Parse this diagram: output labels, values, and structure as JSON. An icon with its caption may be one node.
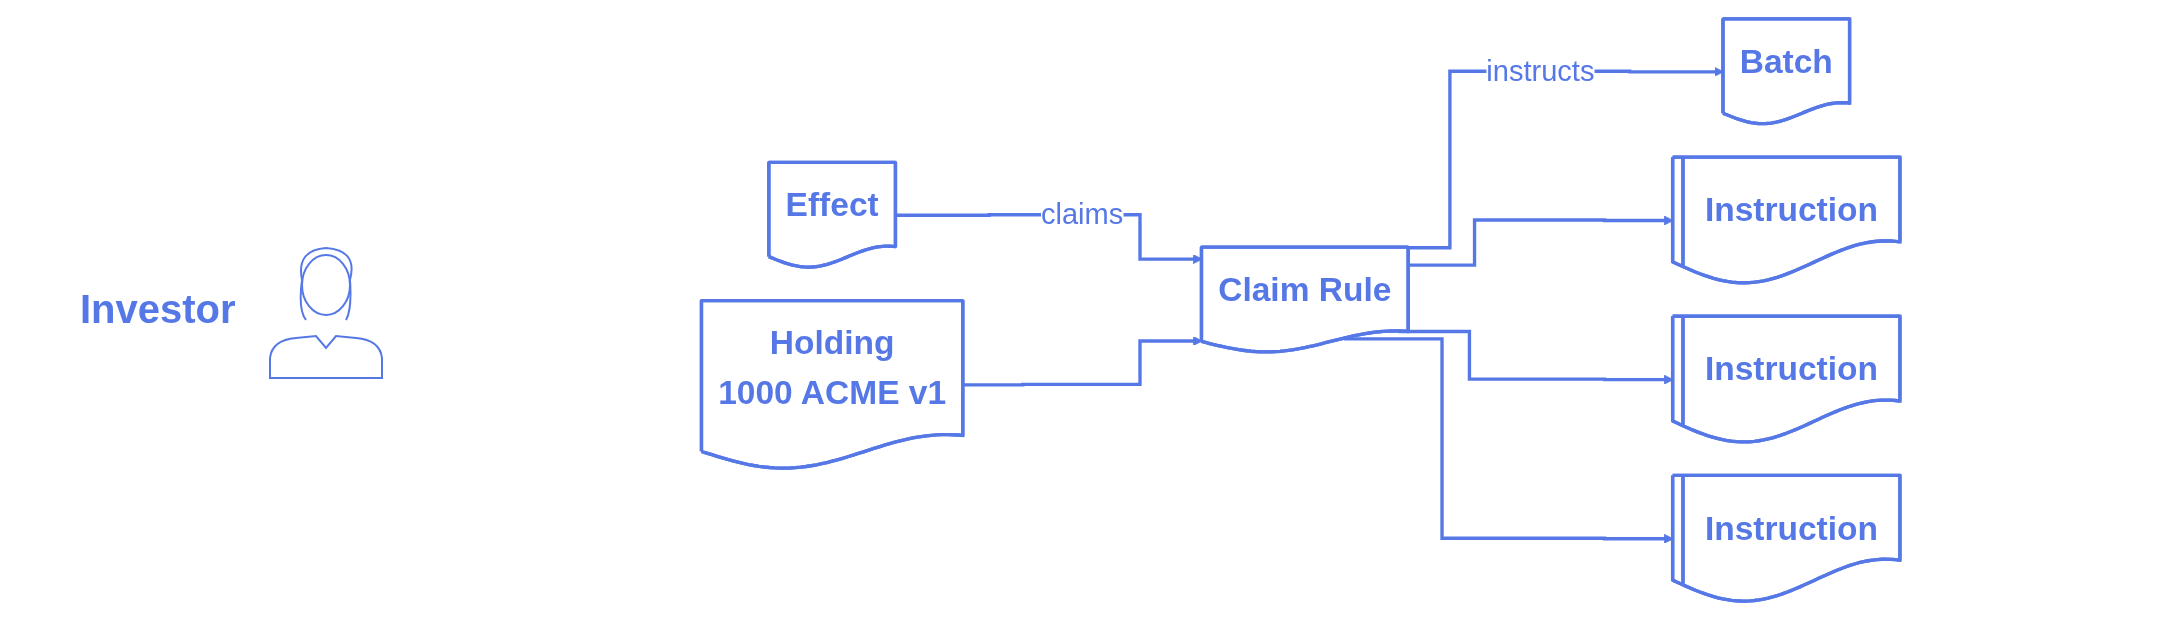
{
  "diagram": {
    "nodes": [
      {
        "text": [
          "Effect"
        ]
      },
      {
        "text": [
          "Holding",
          "1000 ACME v1"
        ]
      },
      {
        "text": [
          "Claim Rule"
        ]
      },
      {
        "text": [
          "Batch"
        ]
      },
      {
        "text": [
          "Instruction"
        ]
      },
      {
        "text": [
          "Instruction"
        ]
      },
      {
        "text": [
          "Instruction"
        ]
      }
    ],
    "edges": [
      {
        "from": 0,
        "to": 2,
        "arrow": "to",
        "label": "claims"
      },
      {
        "from": 1,
        "to": 2,
        "arrow": "to"
      },
      {
        "from": 2,
        "to": 3,
        "arrow": "to",
        "label": "instructs"
      },
      {
        "from": 2,
        "to": 4,
        "arrow": "to"
      },
      {
        "from": 2,
        "to": 5,
        "arrow": "to"
      },
      {
        "from": 2,
        "to": 6,
        "arrow": "to"
      }
    ],
    "labels": [
      "Investor"
    ]
  }
}
